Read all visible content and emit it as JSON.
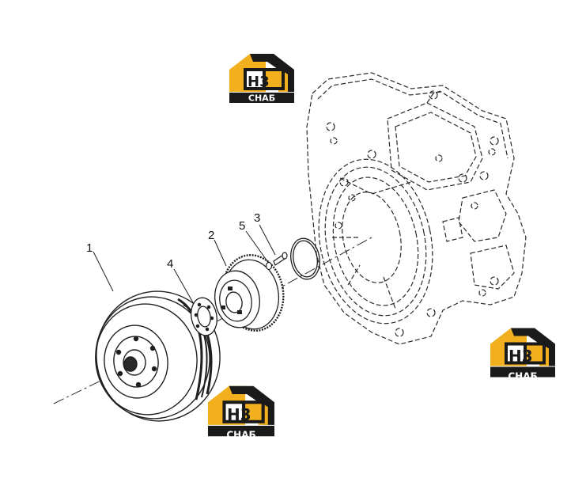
{
  "callouts": [
    {
      "id": "1",
      "label": "1"
    },
    {
      "id": "2",
      "label": "2"
    },
    {
      "id": "3",
      "label": "3"
    },
    {
      "id": "4",
      "label": "4"
    },
    {
      "id": "5",
      "label": "5"
    }
  ],
  "logo": {
    "mark": "H3",
    "word": "СНАБ",
    "brand_yellow": "#f2b01e",
    "brand_dark": "#1a1a1a"
  },
  "colors": {
    "line": "#2a2a2a",
    "background": "#ffffff"
  }
}
